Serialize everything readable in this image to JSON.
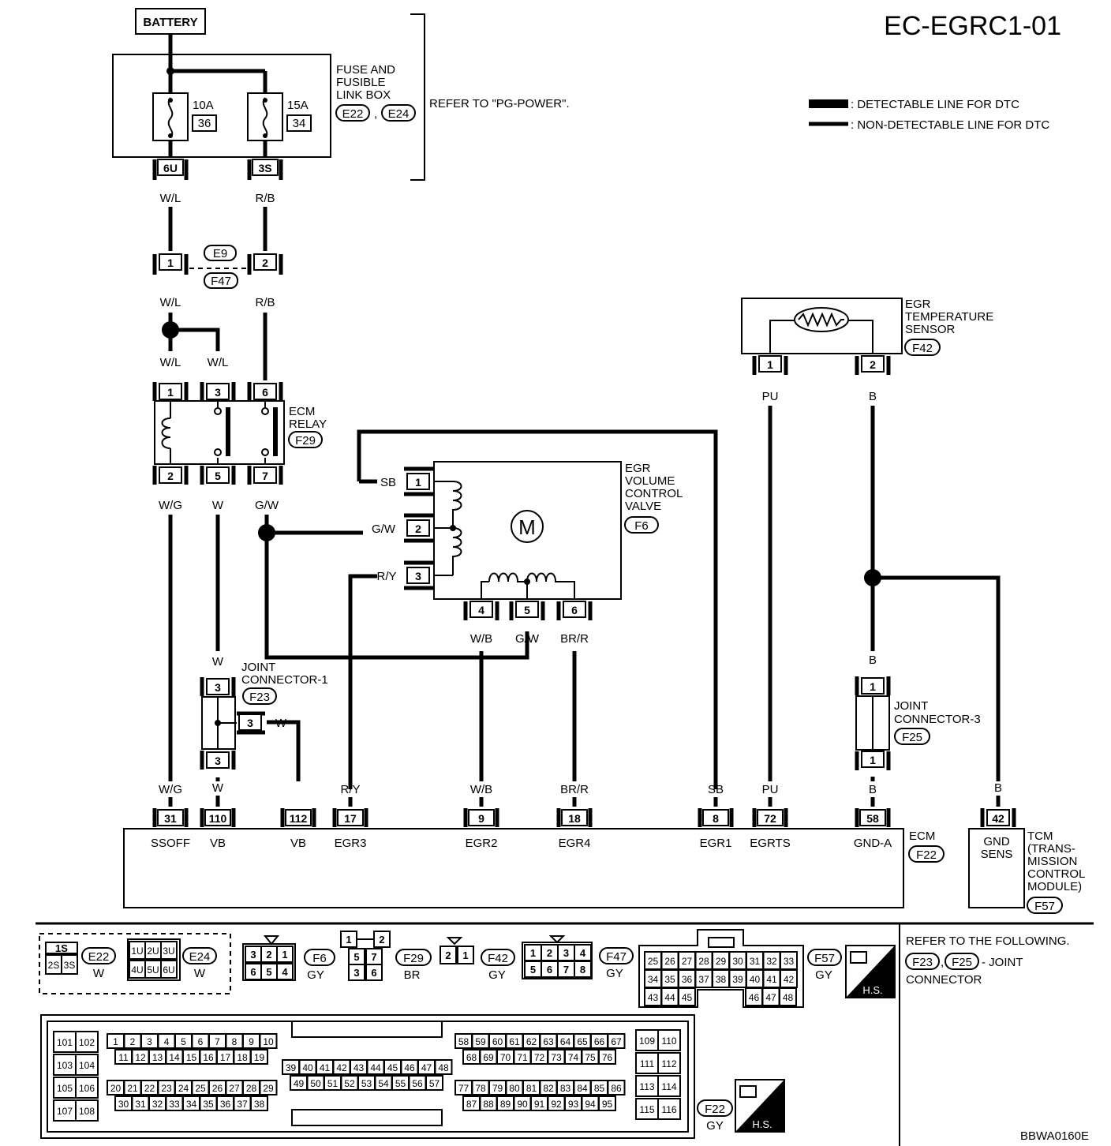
{
  "diagram_id": "EC-EGRC1-01",
  "footer_code": "BBWA0160E",
  "legend": {
    "detectable": ": DETECTABLE LINE FOR DTC",
    "non_detectable": ": NON-DETECTABLE LINE FOR DTC"
  },
  "battery": "BATTERY",
  "fuse_box": {
    "label_lines": [
      "FUSE AND",
      "FUSIBLE",
      "LINK BOX"
    ],
    "connectors": [
      "E22",
      "E24"
    ],
    "comma": ",",
    "refer": "REFER TO \"PG-POWER\".",
    "fuse1": {
      "amp": "10A",
      "num": "36",
      "terminal": "6U"
    },
    "fuse2": {
      "amp": "15A",
      "num": "34",
      "terminal": "3S"
    }
  },
  "harness_connector": {
    "top": "E9",
    "bottom": "F47",
    "pin1": "1",
    "pin2": "2"
  },
  "wires": {
    "wl": "W/L",
    "rb": "R/B",
    "wg": "W/G",
    "w": "W",
    "gw": "G/W",
    "sb": "SB",
    "ry": "R/Y",
    "wb": "W/B",
    "brr": "BR/R",
    "pu": "PU",
    "b": "B"
  },
  "ecm_relay": {
    "label_lines": [
      "ECM",
      "RELAY"
    ],
    "connector": "F29",
    "pins_top": [
      "1",
      "3",
      "6"
    ],
    "pins_bottom": [
      "2",
      "5",
      "7"
    ]
  },
  "egr_valve": {
    "label_lines": [
      "EGR",
      "VOLUME",
      "CONTROL",
      "VALVE"
    ],
    "connector": "F6",
    "motor": "M",
    "pins_left": [
      "1",
      "2",
      "3"
    ],
    "pins_bottom": [
      "4",
      "5",
      "6"
    ]
  },
  "egr_sensor": {
    "label_lines": [
      "EGR",
      "TEMPERATURE",
      "SENSOR"
    ],
    "connector": "F42",
    "pins": [
      "1",
      "2"
    ]
  },
  "joint1": {
    "label_lines": [
      "JOINT",
      "CONNECTOR-1"
    ],
    "connector": "F23",
    "pin": "3"
  },
  "joint3": {
    "label_lines": [
      "JOINT",
      "CONNECTOR-3"
    ],
    "connector": "F25",
    "pin": "1"
  },
  "ecm": {
    "label": "ECM",
    "connector": "F22",
    "terminals": [
      {
        "pin": "31",
        "name": "SSOFF"
      },
      {
        "pin": "110",
        "name": "VB"
      },
      {
        "pin": "112",
        "name": "VB"
      },
      {
        "pin": "17",
        "name": "EGR3"
      },
      {
        "pin": "9",
        "name": "EGR2"
      },
      {
        "pin": "18",
        "name": "EGR4"
      },
      {
        "pin": "8",
        "name": "EGR1"
      },
      {
        "pin": "72",
        "name": "EGRTS"
      },
      {
        "pin": "58",
        "name": "GND-A"
      }
    ]
  },
  "tcm": {
    "label_lines": [
      "TCM",
      "(TRANS-",
      "MISSION",
      "CONTROL",
      "MODULE)"
    ],
    "connector": "F57",
    "pin": "42",
    "gnd_lines": [
      "GND",
      "SENS"
    ]
  },
  "connector_views": {
    "e22": {
      "id": "E22",
      "color": "W",
      "cells": [
        "1S",
        "2S",
        "3S"
      ]
    },
    "e24": {
      "id": "E24",
      "color": "W",
      "cells": [
        "1U",
        "2U",
        "3U",
        "4U",
        "5U",
        "6U"
      ]
    },
    "f6": {
      "id": "F6",
      "color": "GY",
      "cells": [
        "3",
        "2",
        "1",
        "6",
        "5",
        "4"
      ]
    },
    "f29": {
      "id": "F29",
      "color": "BR",
      "cells": [
        "1",
        "2",
        "5",
        "7",
        "3",
        "6"
      ]
    },
    "f42": {
      "id": "F42",
      "color": "GY",
      "cells": [
        "2",
        "1"
      ]
    },
    "f47": {
      "id": "F47",
      "color": "GY",
      "cells": [
        "1",
        "2",
        "3",
        "4",
        "5",
        "6",
        "7",
        "8"
      ]
    },
    "f57": {
      "id": "F57",
      "color": "GY",
      "cells": [
        "25",
        "26",
        "27",
        "28",
        "29",
        "30",
        "31",
        "32",
        "33",
        "34",
        "35",
        "36",
        "37",
        "38",
        "39",
        "40",
        "41",
        "42",
        "43",
        "44",
        "45",
        "46",
        "47",
        "48"
      ]
    },
    "hs": "H.S.",
    "f22": {
      "id": "F22",
      "color": "GY",
      "cells": [
        "101",
        "102",
        "103",
        "104",
        "105",
        "106",
        "107",
        "108",
        "1",
        "2",
        "3",
        "4",
        "5",
        "6",
        "7",
        "8",
        "9",
        "10",
        "11",
        "12",
        "13",
        "14",
        "15",
        "16",
        "17",
        "18",
        "19",
        "20",
        "21",
        "22",
        "23",
        "24",
        "25",
        "26",
        "27",
        "28",
        "29",
        "30",
        "31",
        "32",
        "33",
        "34",
        "35",
        "36",
        "37",
        "38",
        "39",
        "40",
        "41",
        "42",
        "43",
        "44",
        "45",
        "46",
        "47",
        "48",
        "49",
        "50",
        "51",
        "52",
        "53",
        "54",
        "55",
        "56",
        "57",
        "58",
        "59",
        "60",
        "61",
        "62",
        "63",
        "64",
        "65",
        "66",
        "67",
        "68",
        "69",
        "70",
        "71",
        "72",
        "73",
        "74",
        "75",
        "76",
        "77",
        "78",
        "79",
        "80",
        "81",
        "82",
        "83",
        "84",
        "85",
        "86",
        "87",
        "88",
        "89",
        "90",
        "91",
        "92",
        "93",
        "94",
        "95",
        "109",
        "110",
        "111",
        "112",
        "113",
        "114",
        "115",
        "116"
      ]
    }
  },
  "refer_note": {
    "line1": "REFER TO THE FOLLOWING.",
    "connectors": [
      "F23",
      "F25"
    ],
    "comma": ",",
    "suffix": "- JOINT",
    "line3": "CONNECTOR"
  }
}
